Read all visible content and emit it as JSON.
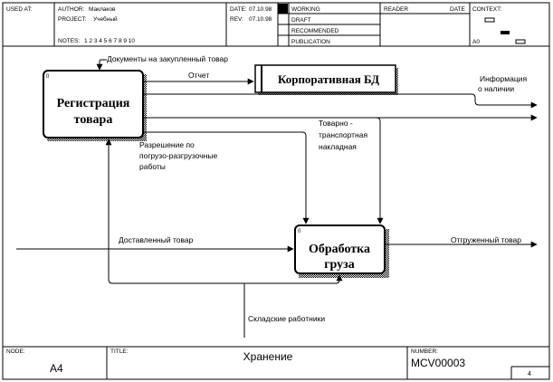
{
  "header": {
    "used_at_label": "USED AT:",
    "author_label": "AUTHOR:",
    "author_value": "Маклаков",
    "project_label": "PROJECT:",
    "project_value": "Учебный",
    "notes_label": "NOTES:",
    "notes_numbers": "1  2  3  4  5  6  7  8  9  10",
    "date_label": "DATE:",
    "date_value": "07.10.98",
    "rev_label": "REV:",
    "rev_value": "07.10.98",
    "status_items": [
      "WORKING",
      "DRAFT",
      "RECOMMENDED",
      "PUBLICATION"
    ],
    "reader_label": "READER",
    "reader_date_label": "DATE",
    "context_label": "CONTEXT:",
    "context_node": "A0"
  },
  "diagram": {
    "activities": [
      {
        "id": "registration",
        "title_line1": "Регистрация",
        "title_line2": "товара",
        "number": "0"
      },
      {
        "id": "processing",
        "title_line1": "Обработка",
        "title_line2": "груза",
        "number": "0"
      }
    ],
    "datastore": {
      "label": "Корпоративная БД"
    },
    "arrows": {
      "purchased_docs": "Документы на закупленный товар",
      "report": "Отчет",
      "availability_line1": "Информация",
      "availability_line2": "о наличии",
      "waybill_line1": "Товарно -",
      "waybill_line2": "транспортная",
      "waybill_line3": "накладная",
      "permission_line1": "Разрешение по",
      "permission_line2": "погрузо-разгрузочные",
      "permission_line3": "работы",
      "delivered": "Доставленный товар",
      "shipped": "Отгруженный товар",
      "workers": "Складские работники"
    }
  },
  "footer": {
    "node_label": "NODE:",
    "node_value": "A4",
    "title_label": "TITLE:",
    "title_value": "Хранение",
    "number_label": "NUMBER:",
    "number_value": "MCV00003",
    "page": "4"
  }
}
